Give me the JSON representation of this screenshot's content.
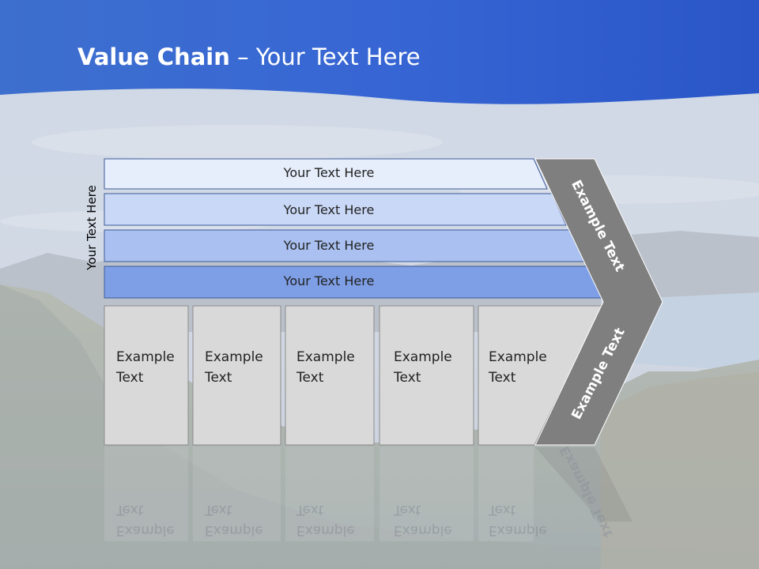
{
  "title": {
    "bold": "Value Chain",
    "rest": " – Your Text Here"
  },
  "side_label": "Your Text Here",
  "bands": [
    {
      "label": "Your Text Here",
      "color": "#e6edfb"
    },
    {
      "label": "Your Text Here",
      "color": "#c9d8f6"
    },
    {
      "label": "Your Text Here",
      "color": "#a9c0f0"
    },
    {
      "label": "Your Text Here",
      "color": "#7e9fe6"
    }
  ],
  "boxes": [
    {
      "line1": "Example",
      "line2": "Text"
    },
    {
      "line1": "Example",
      "line2": "Text"
    },
    {
      "line1": "Example",
      "line2": "Text"
    },
    {
      "line1": "Example",
      "line2": "Text"
    },
    {
      "line1": "Example",
      "line2": "Text"
    }
  ],
  "chevron": {
    "upper": "Example Text",
    "lower": "Example Text"
  },
  "colors": {
    "header_blue": "#2f5fcf",
    "box_fill": "#d9d9d9",
    "chevron_fill": "#7f7f7f",
    "band_border": "#3d5a9a"
  }
}
